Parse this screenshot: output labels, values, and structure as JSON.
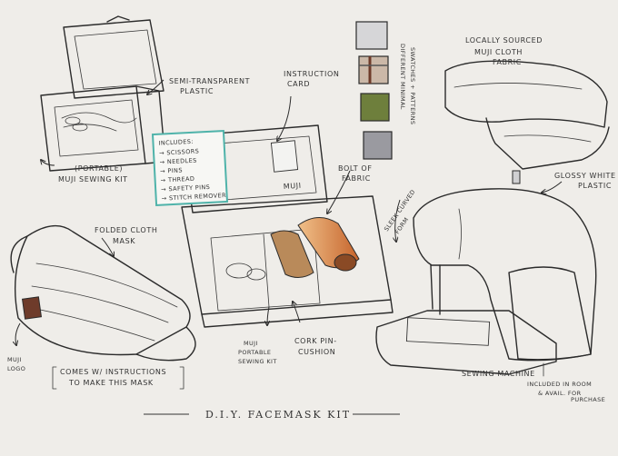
{
  "title": "D.I.Y. FACEMASK KIT",
  "labels": {
    "semi_transparent": [
      "SEMI-TRANSPARENT",
      "PLASTIC"
    ],
    "instruction_card": [
      "INSTRUCTION",
      "CARD"
    ],
    "swatches": [
      "DIFFERENT MINIMAL",
      "SWATCHES + PATTERNS"
    ],
    "locally_sourced": [
      "LOCALLY SOURCED",
      "MUJI CLOTH",
      "FABRIC"
    ],
    "glossy_white": [
      "GLOSSY WHITE",
      "PLASTIC"
    ],
    "portable_kit": [
      "(PORTABLE)",
      "MUJI SEWING KIT"
    ],
    "bolt_fabric": [
      "BOLT OF",
      "FABRIC"
    ],
    "sleek_curved": [
      "SLEEK CURVED",
      "FORM"
    ],
    "muji_brand": "MUJI",
    "folded_mask": [
      "FOLDED CLOTH",
      "MASK"
    ],
    "muji_logo": [
      "MUJI",
      "LOGO"
    ],
    "comes_with": [
      "COMES W/ INSTRUCTIONS",
      "TO MAKE THIS MASK"
    ],
    "muji_portable": [
      "MUJI",
      "PORTABLE",
      "SEWING KIT"
    ],
    "cork_pin": [
      "CORK PIN-",
      "CUSHION"
    ],
    "sewing_machine": "SEWING MACHINE",
    "included_room": [
      "INCLUDED IN ROOM",
      "& AVAIL. FOR",
      "PURCHASE"
    ]
  },
  "includes": {
    "heading": "INCLUDES:",
    "items": [
      "→ SCISSORS",
      "→ NEEDLES",
      "→ PINS",
      "→ THREAD",
      "→ SAFETY PINS",
      "→ STITCH REMOVER"
    ]
  },
  "colors": {
    "teal_accent": "#4fb3aa",
    "olive_swatch": "#6e7f3c",
    "grey_swatch": "#9a9aa0",
    "cork": "#b98a5a",
    "bolt_orange": "#d9893c",
    "leather_tag": "#6e3b2a"
  }
}
